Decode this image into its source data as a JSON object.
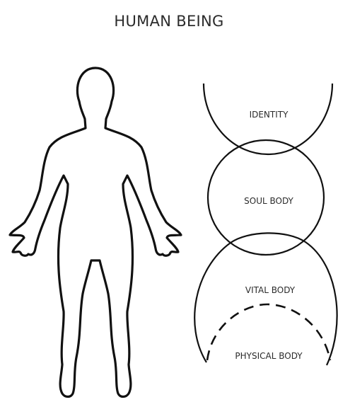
{
  "title": "HUMAN BEING",
  "labels": {
    "identity": "IDENTITY",
    "soul_body": "SOUL BODY",
    "vital_body": "VITAL BODY",
    "physical_body": "PHYSICAL BODY"
  }
}
